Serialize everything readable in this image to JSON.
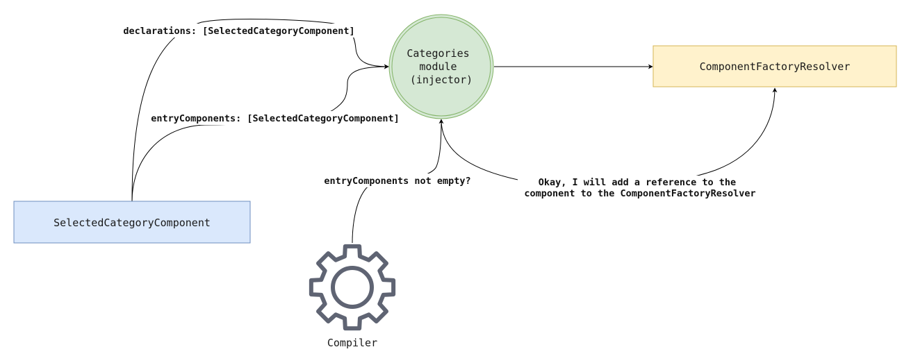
{
  "nodes": {
    "categories_module": {
      "lines": [
        "Categories",
        "module",
        "(injector)"
      ],
      "fill": "#d5e8d4",
      "stroke": "#82b366"
    },
    "component_factory_resolver": {
      "label": "ComponentFactoryResolver",
      "fill": "#fff2cc",
      "stroke": "#d6b656"
    },
    "selected_category_component": {
      "label": "SelectedCategoryComponent",
      "fill": "#dae8fc",
      "stroke": "#6c8ebf"
    },
    "compiler": {
      "label": "Compiler",
      "icon": "gear-icon",
      "color": "#5f6473"
    }
  },
  "edges": {
    "declarations": {
      "label": "declarations: [SelectedCategoryComponent]"
    },
    "entry_components": {
      "label": "entryComponents: [SelectedCategoryComponent]"
    },
    "entry_components_check": {
      "label": "entryComponents not empty?"
    },
    "reply": {
      "lines": [
        "Okay, I will add a reference to the",
        "component to the ComponentFactoryResolver"
      ]
    }
  }
}
